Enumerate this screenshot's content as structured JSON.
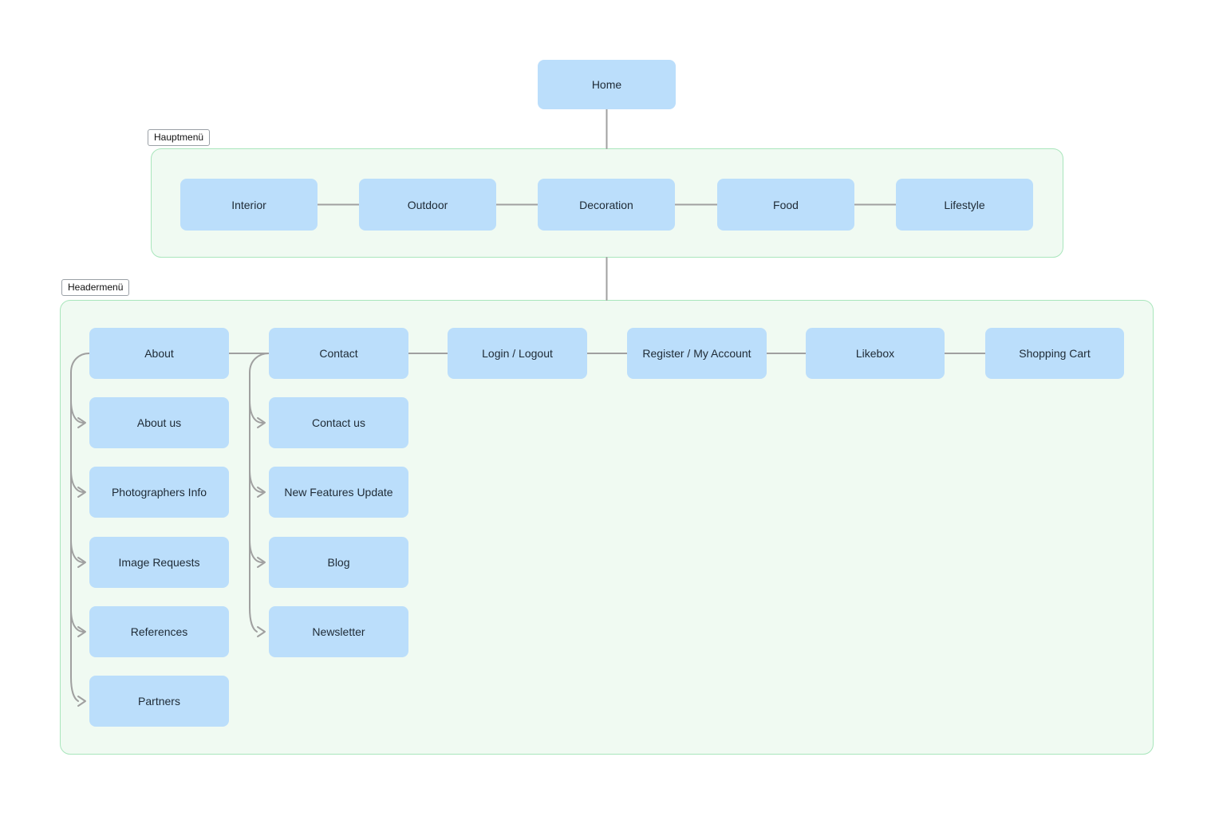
{
  "diagram": {
    "home": {
      "label": "Home"
    },
    "hauptmenu": {
      "tag": "Hauptmenü",
      "items": [
        "Interior",
        "Outdoor",
        "Decoration",
        "Food",
        "Lifestyle"
      ]
    },
    "headermenu": {
      "tag": "Headermenü",
      "top_row": [
        "About",
        "Contact",
        "Login / Logout",
        "Register / My Account",
        "Likebox",
        "Shopping Cart"
      ],
      "about_children": [
        "About us",
        "Photographers Info",
        "Image Requests",
        "References",
        "Partners"
      ],
      "contact_children": [
        "Contact us",
        "New Features Update",
        "Blog",
        "Newsletter"
      ]
    },
    "colors": {
      "node_fill": "#bbdefb",
      "node_text": "#1e2a35",
      "group_bg": "#f0faf2",
      "group_border": "#a9e6bc",
      "connector": "#a0a0a0",
      "tag_bg": "#ffffff",
      "tag_border": "#9aa0a6"
    }
  }
}
